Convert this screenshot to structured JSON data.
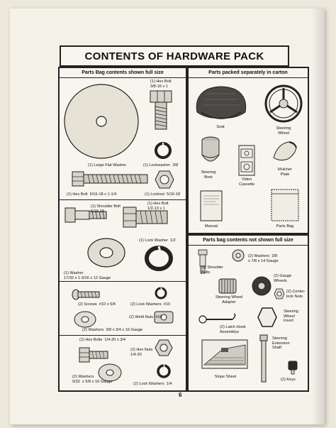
{
  "title": "CONTENTS OF HARDWARE PACK",
  "page_number": "6",
  "left_panel": {
    "header": "Parts Bag contents shown full size",
    "items": {
      "hex_bolt_top": "(1) Hex Bolt\n3/8-16 x 1",
      "large_flat_washer": "(1) Large Flat Washer",
      "lockwasher_38": "(1) Lockwasher  3/8",
      "hex_bolt_long": "(1) Hex Bolt  5/16-18 x 1-1/4",
      "locknut": "(1) Locknut  5/16-18",
      "shoulder_bolt": "(1) Shoulder Bolt\n5/16-18",
      "hex_bolt_mid": "(1) Hex Bolt\n1/2-13 x 1",
      "lock_washer_12": "(1) Lock Washer  1/2",
      "washer": "(1) Washer\n17/32 x 1-3/16 x 12 Gauge",
      "screws": "(2) Screws  #10 x 5/8",
      "lock_washers_10": "(2) Lock Washers  #10",
      "weld_nuts": "(2) Weld Nuts  #10",
      "washers_16": "(2) Washers  3/8 x 3/4 x 16 Gauge",
      "hex_bolts_14": "(2) Hex Bolts  1/4-20 x 3/4",
      "hex_nuts": "(2) Hex Nuts\n1/4-20",
      "washers_bottom": "(2) Washers\n9/32  x 5/8 x 16 Gauge",
      "lock_washers_14": "(2) Lock Washers  1/4"
    }
  },
  "right_top_panel": {
    "header": "Parts packed separately in carton",
    "items": {
      "seat": "Seat",
      "steering_wheel": "Steering\nWheel",
      "steering_boot": "Steering\nBoot",
      "video_cassette": "Video\nCassette",
      "mulcher_plate": "Mulcher\nPlate",
      "manual": "Manual",
      "parts_bag": "Parts Bag"
    }
  },
  "right_bottom_panel": {
    "header": "Parts bag contents not shown full size",
    "items": {
      "shoulder_bolts": "(2) Shoulder\nBolts",
      "washers_38": "(2) Washers  3/8\nx 7/8 x 14 Gauge",
      "gauge_wheels": "(2) Gauge\nWheels",
      "steering_wheel_adapter": "Steering Wheel\nAdapter",
      "center_lock_nuts": "(2) Center-\nlock Nuts",
      "latch_hook": "(2) Latch Hook\nAssemblys",
      "steering_wheel_insert": "Steering\nWheel\nInsert",
      "slope_sheet": "Slope Sheet",
      "steering_extension_shaft": "Steering\nExtension\nShaft",
      "keys": "(2) Keys"
    }
  }
}
